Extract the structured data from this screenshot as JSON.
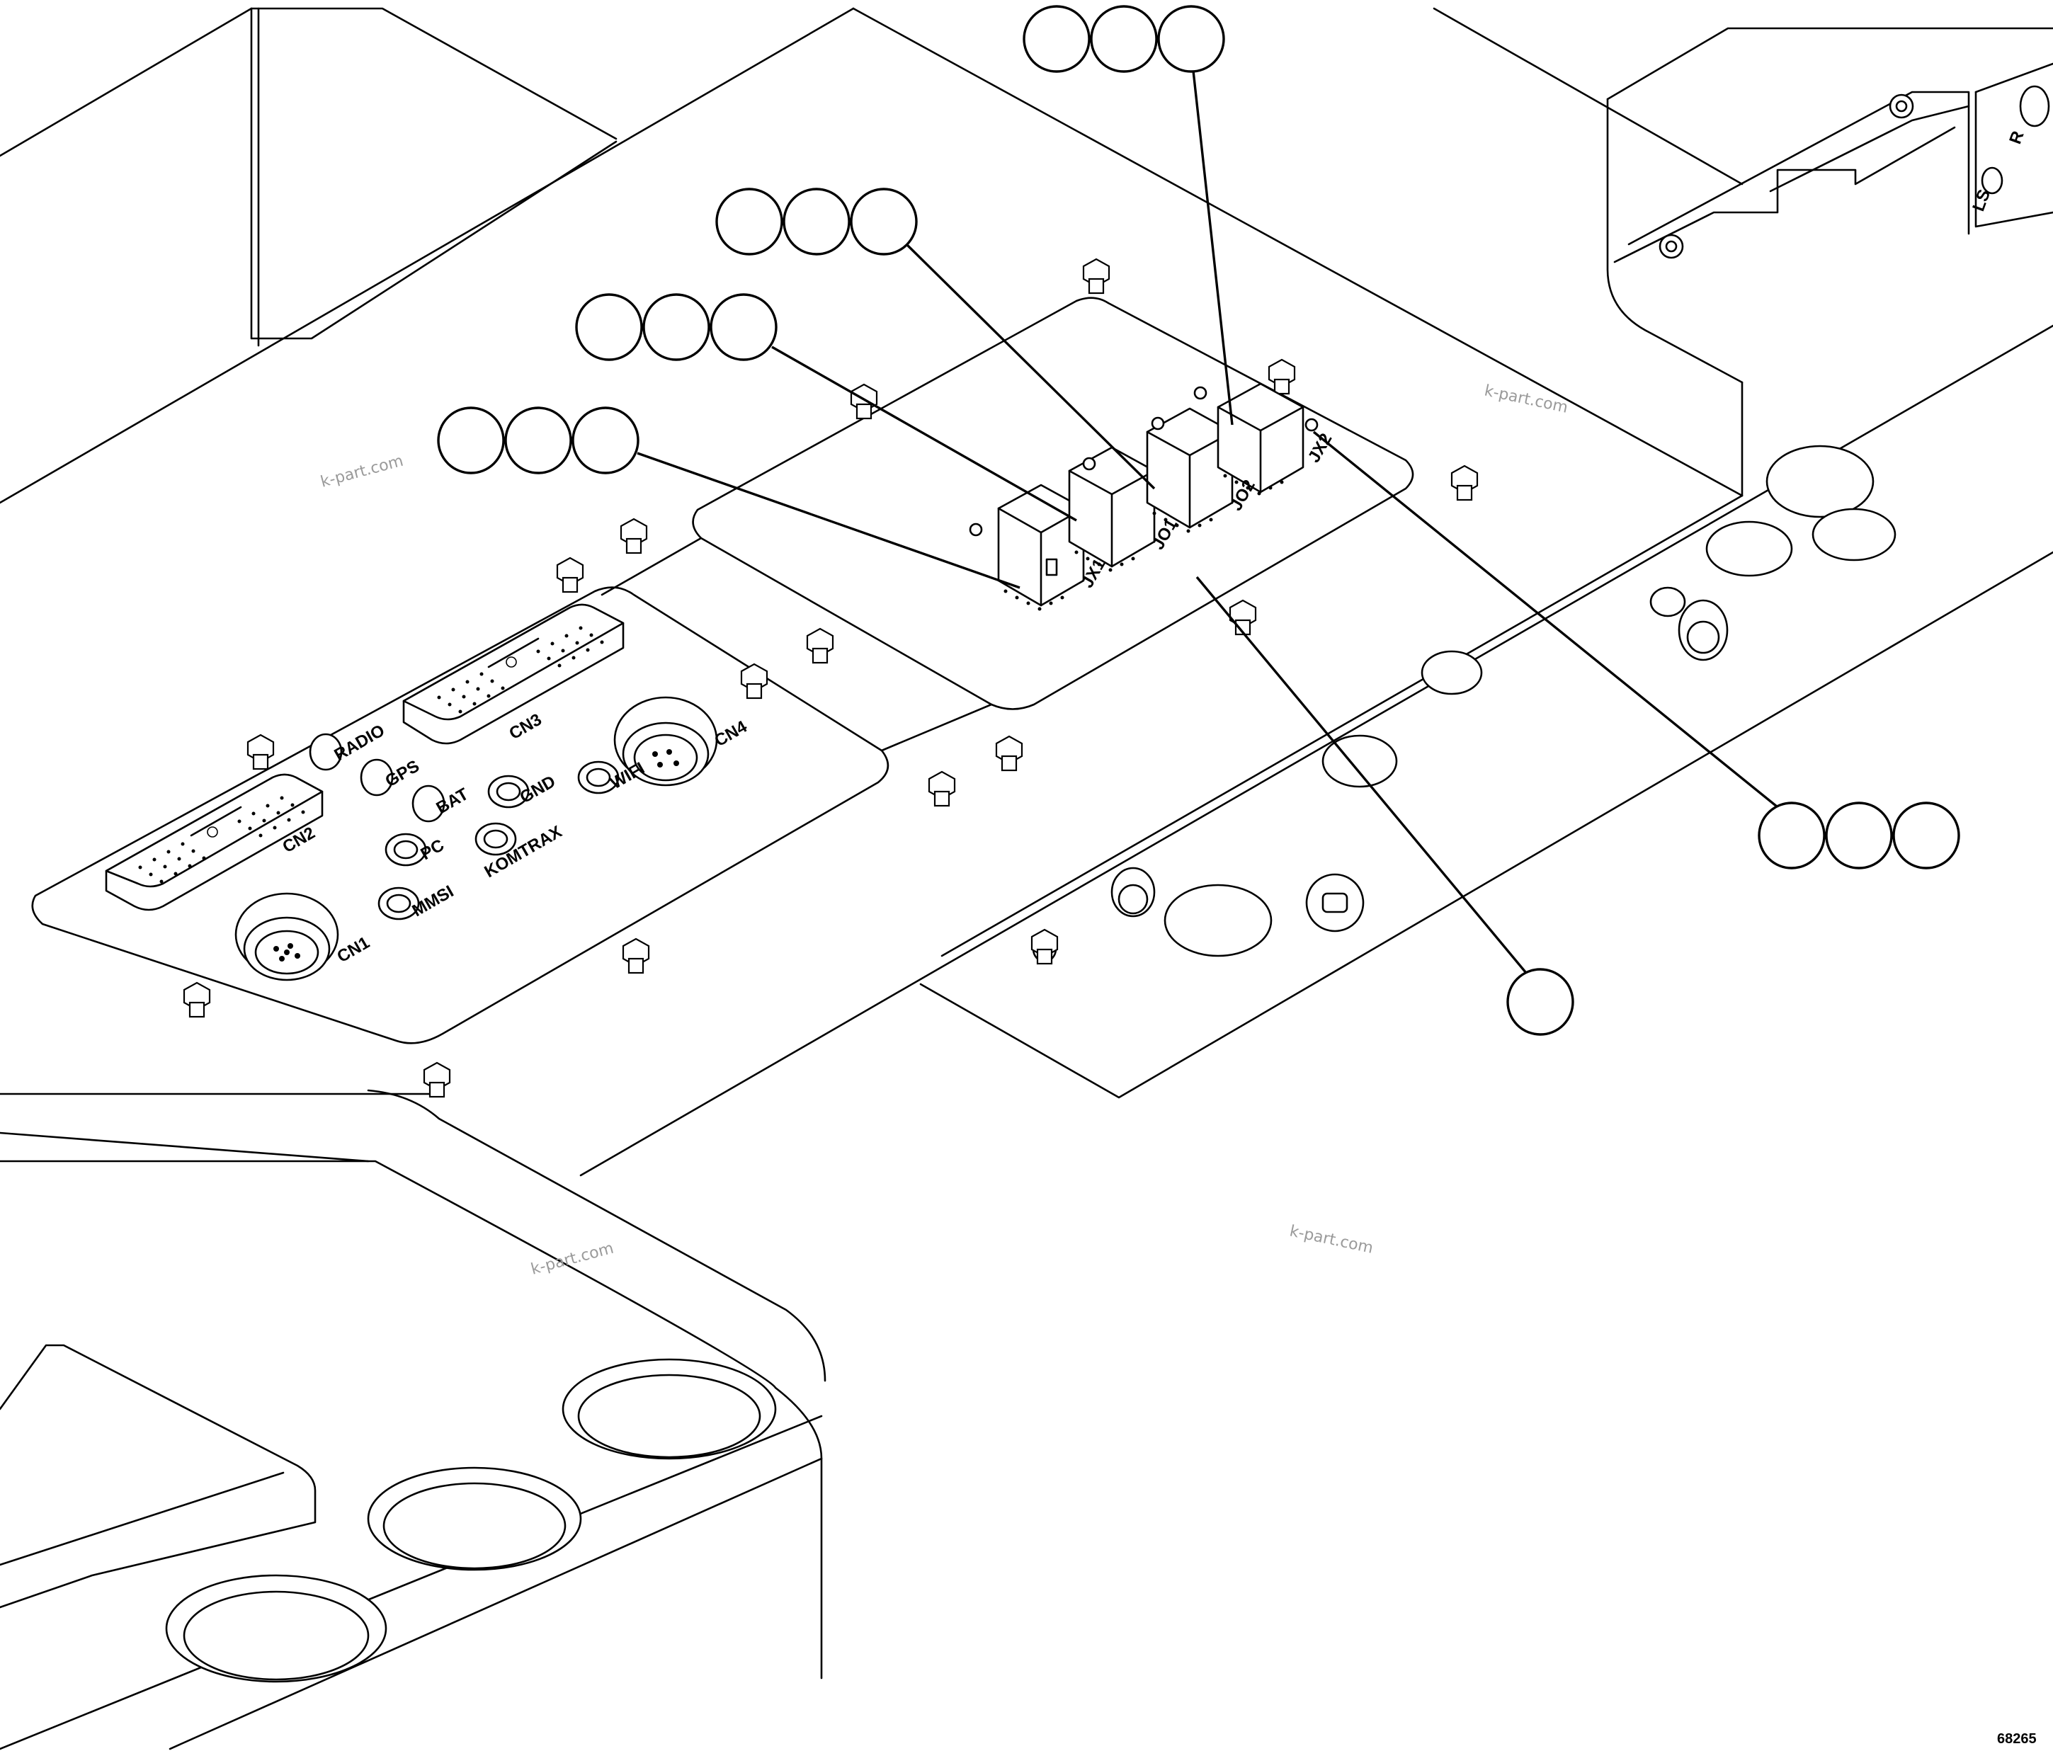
{
  "figure_number": "68265",
  "watermarks": [
    "k-part.com",
    "k-part.com",
    "k-part.com",
    "k-part.com"
  ],
  "connector_labels": {
    "radio": "RADIO",
    "gps": "GPS",
    "bat": "BAT",
    "gnd": "GND",
    "pc": "PC",
    "komtrax": "KOMTRAX",
    "wifi": "WIFI",
    "mmsi": "MMSI",
    "cn1": "CN1",
    "cn2": "CN2",
    "cn3": "CN3",
    "cn4": "CN4",
    "jx1": "JX1",
    "jo1": "JO1",
    "jo2": "JO2",
    "jx2": "JX2"
  },
  "panel_labels": {
    "r": "R",
    "ls": "LS"
  }
}
